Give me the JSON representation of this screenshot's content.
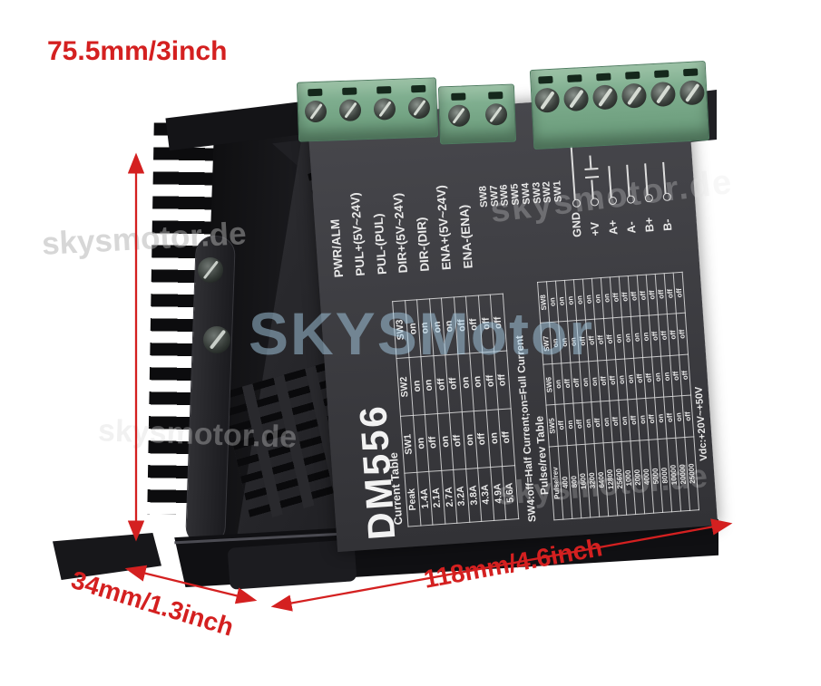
{
  "annotations": {
    "height_label": "75.5mm/3inch",
    "depth_label": "34mm/1.3inch",
    "width_label": "118mm/4.6inch",
    "arrow_color": "#d42020"
  },
  "device": {
    "model": "DM556",
    "connector_labels": [
      "PWR/ALM",
      "PUL+(5V~24V)",
      "PUL-(PUL)",
      "DIR+(5V~24V)",
      "DIR-(DIR)",
      "ENA+(5V~24V)",
      "ENA-(ENA)"
    ],
    "dip_switch_labels": [
      "SW8",
      "SW7",
      "SW6",
      "SW5",
      "SW4",
      "SW3",
      "SW2",
      "SW1"
    ],
    "power_terminal_labels": [
      "GND",
      "+V",
      "A+",
      "A-",
      "B+",
      "B-"
    ],
    "current_table": {
      "title": "Current Table",
      "headers": [
        "Peak",
        "SW1",
        "SW2",
        "SW3"
      ],
      "rows": [
        [
          "1.4A",
          "on",
          "on",
          "on"
        ],
        [
          "2.1A",
          "off",
          "on",
          "on"
        ],
        [
          "2.7A",
          "on",
          "off",
          "on"
        ],
        [
          "3.2A",
          "off",
          "off",
          "on"
        ],
        [
          "3.8A",
          "on",
          "on",
          "off"
        ],
        [
          "4.3A",
          "off",
          "on",
          "off"
        ],
        [
          "4.9A",
          "on",
          "off",
          "off"
        ],
        [
          "5.6A",
          "off",
          "off",
          "off"
        ]
      ]
    },
    "current_note": "SW4:off=Half Current;on=Full Current",
    "pulse_table": {
      "title": "Pulse/rev Table",
      "headers": [
        "Pulse/rev",
        "SW5",
        "SW6",
        "SW7",
        "SW8"
      ],
      "rows": [
        [
          "400",
          "off",
          "on",
          "on",
          "on"
        ],
        [
          "800",
          "on",
          "off",
          "on",
          "on"
        ],
        [
          "1600",
          "off",
          "off",
          "on",
          "on"
        ],
        [
          "3200",
          "on",
          "on",
          "off",
          "on"
        ],
        [
          "6400",
          "off",
          "on",
          "off",
          "on"
        ],
        [
          "12800",
          "on",
          "off",
          "off",
          "on"
        ],
        [
          "25600",
          "off",
          "off",
          "off",
          "on"
        ],
        [
          "1000",
          "on",
          "on",
          "on",
          "off"
        ],
        [
          "2000",
          "off",
          "on",
          "on",
          "off"
        ],
        [
          "4000",
          "on",
          "off",
          "on",
          "off"
        ],
        [
          "5000",
          "off",
          "off",
          "on",
          "off"
        ],
        [
          "8000",
          "on",
          "on",
          "off",
          "off"
        ],
        [
          "10000",
          "off",
          "on",
          "off",
          "off"
        ],
        [
          "20000",
          "on",
          "off",
          "off",
          "off"
        ],
        [
          "25000",
          "off",
          "off",
          "off",
          "off"
        ]
      ]
    },
    "voltage_note": "Vdc:+20V~+50V"
  },
  "watermarks": [
    "skysmotor.de",
    "skysmotor.de",
    "SKYSMotor",
    "skysmotor.de",
    "skysmotor.de"
  ]
}
